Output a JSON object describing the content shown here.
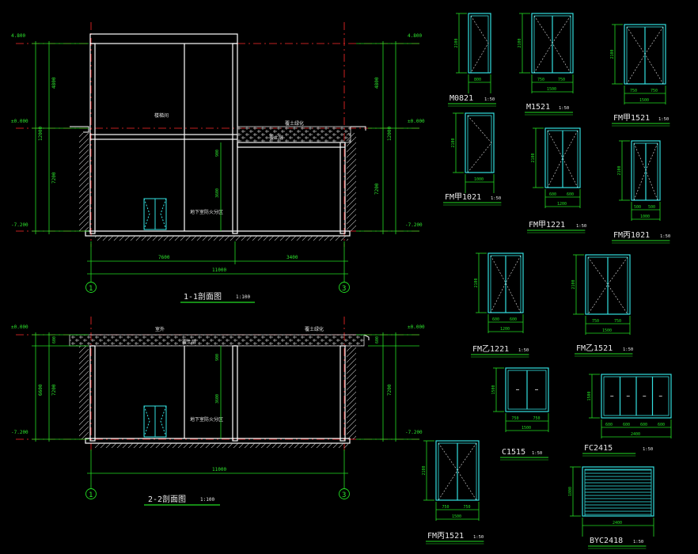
{
  "colors": {
    "background": "#000000",
    "wall": "#ffffff",
    "dimension": "#22dd22",
    "door": "#33e0e0",
    "axis": "#ff2a2a",
    "text": "#e8e8e8"
  },
  "section_1": {
    "title": "1-1剖面图",
    "scale": "1:100",
    "total_width": "11000",
    "segment_left": "7600",
    "segment_right": "3400",
    "level_top": "4.800",
    "level_mid": "±0.000",
    "level_bottom": "-7.200",
    "dim_left_upper": "4800",
    "dim_left_lower": "7200",
    "dim_left_total": "12000",
    "dim_right_upper": "4800",
    "dim_right_lower": "7200",
    "dim_right_total": "12000",
    "grid_left": "1",
    "grid_right": "3",
    "room_upper": "楼梯间",
    "room_lower": "地下室防火分区",
    "roof_label": "覆土绿化",
    "roof_fill_label": "覆土层"
  },
  "section_2": {
    "title": "2-2剖面图",
    "scale": "1:100",
    "total_width": "11000",
    "level_top": "±0.000",
    "level_bottom": "-7.200",
    "dim_left_upper": "600",
    "dim_left_lower": "7200",
    "dim_left_total": "6600",
    "dim_right_upper": "600",
    "dim_right_lower": "7200",
    "grid_left": "1",
    "grid_right": "3",
    "room_lower": "地下室防火分区",
    "roof_label": "覆土绿化",
    "roof_mark": "室外",
    "roof_fill_label": "覆土层"
  },
  "door_schedule": [
    {
      "name": "M0821",
      "scale": "1:50",
      "width": "800",
      "height": "2100"
    },
    {
      "name": "M1521",
      "scale": "1:50",
      "width": "1500",
      "height": "2100",
      "leaf1": "750",
      "leaf2": "750"
    },
    {
      "name": "FM甲1521",
      "scale": "1:50",
      "width": "1500",
      "height": "2100",
      "leaf1": "750",
      "leaf2": "750"
    },
    {
      "name": "FM甲1021",
      "scale": "1:50",
      "width": "1000",
      "height": "2100"
    },
    {
      "name": "FM甲1221",
      "scale": "1:50",
      "width": "1200",
      "height": "2100",
      "leaf1": "600",
      "leaf2": "600"
    },
    {
      "name": "FM丙1021",
      "scale": "1:50",
      "width": "1000",
      "height": "2100",
      "leaf1": "500",
      "leaf2": "500"
    },
    {
      "name": "FM乙1221",
      "scale": "1:50",
      "width": "1200",
      "height": "2100",
      "leaf1": "600",
      "leaf2": "600"
    },
    {
      "name": "FM乙1521",
      "scale": "1:50",
      "width": "1500",
      "height": "2100",
      "leaf1": "750",
      "leaf2": "750"
    },
    {
      "name": "C1515",
      "scale": "1:50",
      "width": "1500",
      "height": "1500",
      "leaf1": "750",
      "leaf2": "750"
    },
    {
      "name": "FC2415",
      "scale": "1:50",
      "width": "2400",
      "height": "1500",
      "leaf1": "600",
      "leaf2": "600",
      "leaf3": "600",
      "leaf4": "600"
    },
    {
      "name": "FM丙1521",
      "scale": "1:50",
      "width": "1500",
      "height": "2100",
      "leaf1": "750",
      "leaf2": "750"
    },
    {
      "name": "BYC2418",
      "scale": "1:50",
      "width": "2400",
      "height": "1800"
    }
  ]
}
